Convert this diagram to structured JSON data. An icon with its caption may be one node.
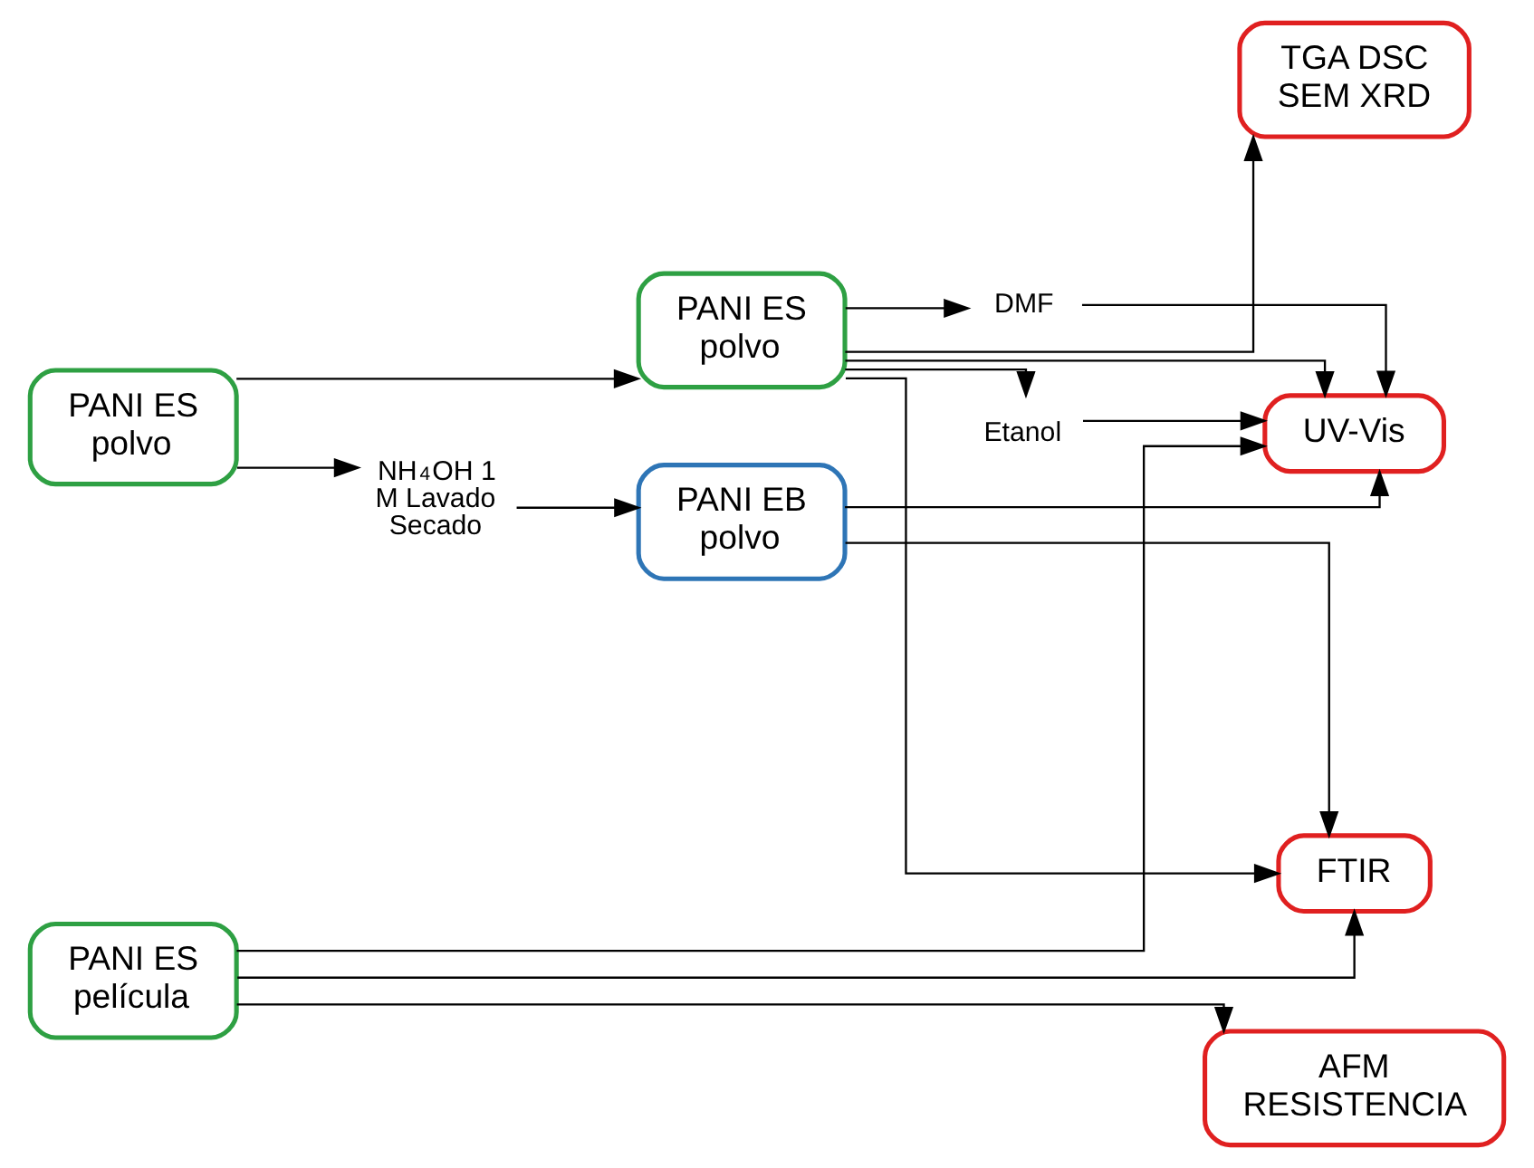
{
  "diagram": {
    "nodes": [
      {
        "text": [
          "PANI ES polvo"
        ]
      },
      {
        "text": [
          "PANI ES polvo"
        ]
      },
      {
        "text": [
          "NH$_{4}$OH 1 M Lavado Secado"
        ]
      },
      {
        "text": [
          "PANI EB polvo"
        ]
      },
      {
        "text": [
          "PANI ES película"
        ]
      },
      {
        "text": [
          "TGA DSC SEM XRD"
        ]
      },
      {
        "text": [
          "DMF"
        ]
      },
      {
        "text": [
          "Etanol"
        ]
      },
      {
        "text": [
          "UV-Vis"
        ]
      },
      {
        "text": [
          "AFM RESISTENCIA"
        ]
      },
      {
        "text": [
          "FTIR"
        ]
      }
    ],
    "edges": [
      {
        "from": 0,
        "to": 1,
        "arrow": "to"
      },
      {
        "from": 0,
        "to": 2,
        "arrow": "to"
      },
      {
        "from": 2,
        "to": 3,
        "arrow": "to"
      },
      {
        "from": 1,
        "to": 5,
        "arrow": "to"
      },
      {
        "from": 1,
        "to": 6,
        "arrow": "to"
      },
      {
        "from": 1,
        "to": 7,
        "arrow": "to"
      },
      {
        "from": 1,
        "to": 8,
        "arrow": "to"
      },
      {
        "from": 1,
        "to": 10,
        "arrow": "to"
      },
      {
        "from": 6,
        "to": 8,
        "arrow": "to"
      },
      {
        "from": 7,
        "to": 8,
        "arrow": "to"
      },
      {
        "from": 3,
        "to": 8,
        "arrow": "to"
      },
      {
        "from": 3,
        "to": 10,
        "arrow": "to"
      },
      {
        "from": 4,
        "to": 8,
        "arrow": "to"
      },
      {
        "from": 4,
        "to": 9,
        "arrow": "to"
      },
      {
        "from": 4,
        "to": 10,
        "arrow": "to"
      }
    ]
  }
}
